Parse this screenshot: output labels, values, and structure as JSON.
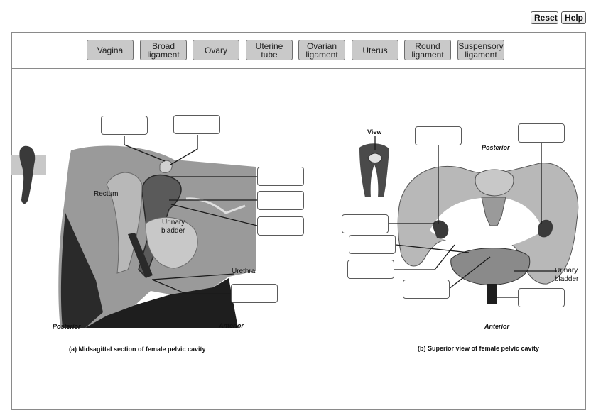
{
  "toolbar": {
    "reset": "Reset",
    "help": "Help"
  },
  "label_bank": [
    {
      "id": "vagina",
      "line1": "Vagina",
      "line2": ""
    },
    {
      "id": "broad-ligament",
      "line1": "Broad",
      "line2": "ligament"
    },
    {
      "id": "ovary",
      "line1": "Ovary",
      "line2": ""
    },
    {
      "id": "uterine-tube",
      "line1": "Uterine",
      "line2": "tube"
    },
    {
      "id": "ovarian-ligament",
      "line1": "Ovarian",
      "line2": "ligament"
    },
    {
      "id": "uterus",
      "line1": "Uterus",
      "line2": ""
    },
    {
      "id": "round-ligament",
      "line1": "Round",
      "line2": "ligament"
    },
    {
      "id": "suspensory-ligament",
      "line1": "Suspensory",
      "line2": "ligament"
    }
  ],
  "figure_a": {
    "rectum": "Rectum",
    "bladder_1": "Urinary",
    "bladder_2": "bladder",
    "urethra": "Urethra",
    "posterior": "Posterior",
    "anterior": "Anterior",
    "caption": "(a) Midsagittal section of female pelvic cavity"
  },
  "figure_b": {
    "view": "View",
    "posterior": "Posterior",
    "bladder_1": "Urinary",
    "bladder_2": "bladder",
    "anterior": "Anterior",
    "caption": "(b) Superior view of female pelvic cavity"
  }
}
